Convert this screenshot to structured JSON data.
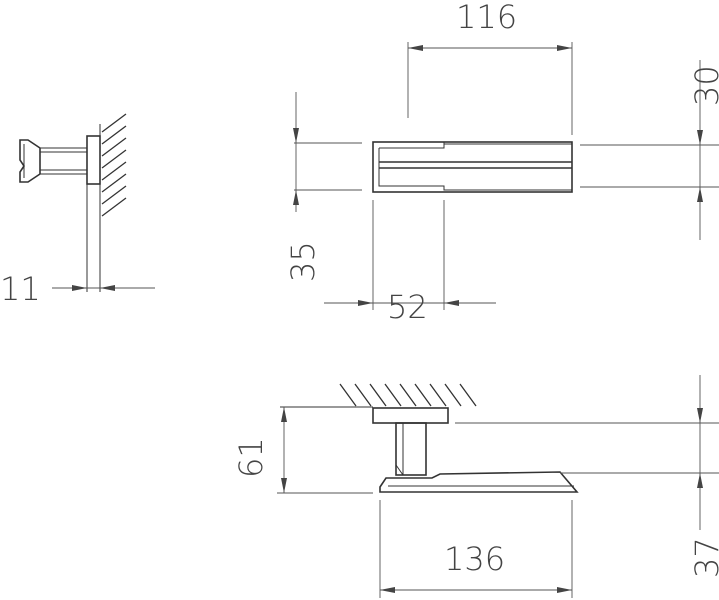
{
  "dimensions": {
    "top_width": "116",
    "right_height": "30",
    "left_height": "35",
    "bottom_width": "52",
    "side_thickness": "11",
    "plan_height": "61",
    "plan_width": "136",
    "plan_right": "37"
  }
}
